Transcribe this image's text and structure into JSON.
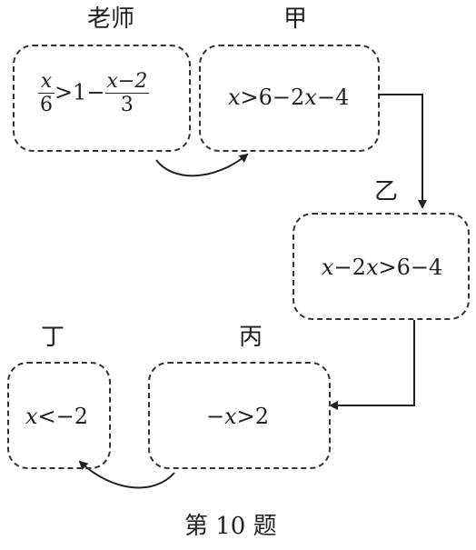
{
  "labels": {
    "teacher": "老师",
    "jia": "甲",
    "yi": "乙",
    "bing": "丙",
    "ding": "丁",
    "caption": "第 10 题"
  },
  "teacher_expr": {
    "frac1_num": "x",
    "frac1_den": "6",
    "middle": ">1−",
    "frac2_num": "x−2",
    "frac2_den": "3"
  },
  "jia_expr": {
    "a": "x",
    "b": ">6−2",
    "c": "x",
    "d": "−4"
  },
  "yi_expr": {
    "a": "x",
    "b": "−2",
    "c": "x",
    "d": ">6−4"
  },
  "bing_expr": {
    "a": "−",
    "b": "x",
    "c": ">2"
  },
  "ding_expr": {
    "a": "x",
    "b": "<−2"
  }
}
